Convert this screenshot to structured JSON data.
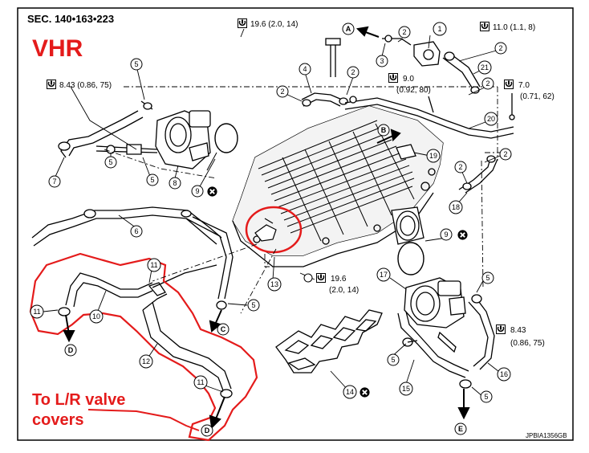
{
  "header": {
    "section": "SEC. 140•163•223",
    "engine": "VHR"
  },
  "annotation": {
    "line1": "To L/R valve",
    "line2": "covers"
  },
  "figure_code": "JPBIA1356GB",
  "accent_color": "#e41b1b",
  "callouts": {
    "c1": "1",
    "c2": "2",
    "c3": "3",
    "c4": "4",
    "c5": "5",
    "c6": "6",
    "c7": "7",
    "c8": "8",
    "c9": "9",
    "c10": "10",
    "c11": "11",
    "c12": "12",
    "c13": "13",
    "c14": "14",
    "c15": "15",
    "c16": "16",
    "c17": "17",
    "c18": "18",
    "c19": "19",
    "c20": "20",
    "c21": "21"
  },
  "connectors": {
    "A": "A",
    "B": "B",
    "C": "C",
    "D": "D",
    "E": "E"
  },
  "torques": {
    "t1": "19.6 (2.0, 14)",
    "t2": "11.0 (1.1, 8)",
    "t3": "8.43 (0.86, 75)",
    "t4a": "9.0",
    "t4b": "(0.92, 80)",
    "t5a": "7.0",
    "t5b": "(0.71, 62)",
    "t6a": "19.6",
    "t6b": "(2.0, 14)",
    "t7a": "8.43",
    "t7b": "(0.86, 75)"
  },
  "icons": {
    "torque": "torque-wrench-icon",
    "replace": "do-not-reuse-icon"
  }
}
